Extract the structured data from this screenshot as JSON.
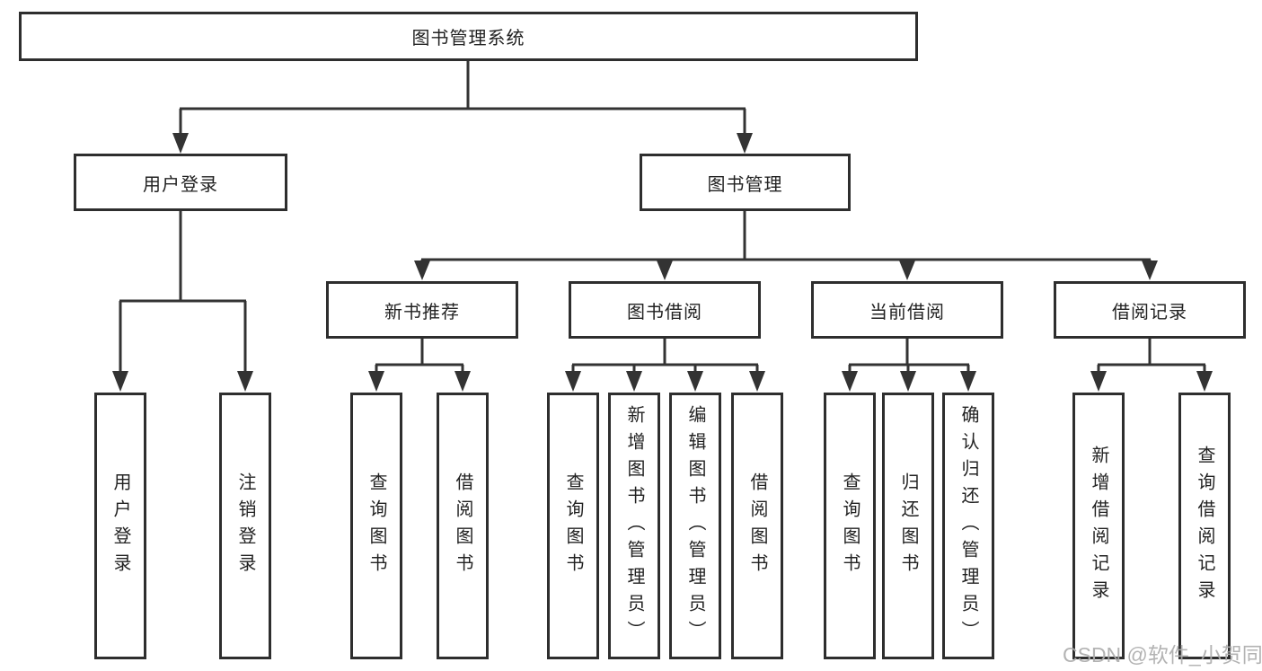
{
  "diagram": {
    "type": "tree",
    "title": "图书管理系统",
    "nodes": {
      "root": "图书管理系统",
      "user_login": "用户登录",
      "book_management": "图书管理",
      "login_action": "用户登录",
      "logout_action": "注销登录",
      "new_book_recommend": "新书推荐",
      "book_borrow": "图书借阅",
      "current_borrow": "当前借阅",
      "borrow_records": "借阅记录",
      "rec_query_books": "查询图书",
      "rec_borrow_books": "借阅图书",
      "bor_query_books": "查询图书",
      "bor_add_books_admin": "新增图书（管理员）",
      "bor_edit_books_admin": "编辑图书（管理员）",
      "bor_borrow_books": "借阅图书",
      "cur_query_books": "查询图书",
      "cur_return_books": "归还图书",
      "cur_confirm_return_admin": "确认归还（管理员）",
      "recs_add_record": "新增借阅记录",
      "recs_query_record": "查询借阅记录"
    },
    "hierarchy": [
      {
        "parent": "图书管理系统",
        "children": [
          "用户登录",
          "图书管理"
        ]
      },
      {
        "parent": "用户登录",
        "children": [
          "用户登录",
          "注销登录"
        ]
      },
      {
        "parent": "图书管理",
        "children": [
          "新书推荐",
          "图书借阅",
          "当前借阅",
          "借阅记录"
        ]
      },
      {
        "parent": "新书推荐",
        "children": [
          "查询图书",
          "借阅图书"
        ]
      },
      {
        "parent": "图书借阅",
        "children": [
          "查询图书",
          "新增图书（管理员）",
          "编辑图书（管理员）",
          "借阅图书"
        ]
      },
      {
        "parent": "当前借阅",
        "children": [
          "查询图书",
          "归还图书",
          "确认归还（管理员）"
        ]
      },
      {
        "parent": "借阅记录",
        "children": [
          "新增借阅记录",
          "查询借阅记录"
        ]
      }
    ]
  },
  "watermark": {
    "text": "CSDN @软件_小贺同学"
  },
  "colors": {
    "line": "#333333",
    "box_border": "#2e2e2e",
    "text": "#222222",
    "watermark": "#acacac",
    "background": "#ffffff"
  }
}
